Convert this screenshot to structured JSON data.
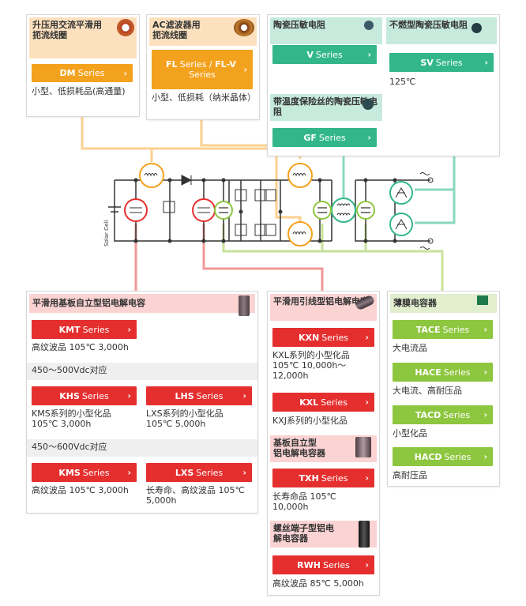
{
  "panels": {
    "dm": {
      "title": "升压用交流平滑用\n扼流线圈",
      "btn_bold": "DM",
      "btn_rest": "Series",
      "desc": "小型、低损耗品(高通量)"
    },
    "fl": {
      "title": "AC滤波器用\n扼流线圈",
      "btn_bold": "FL",
      "btn_rest": "Series / ",
      "btn_bold2": "FL-V",
      "btn_rest2": "Series",
      "desc": "小型、低损耗（纳米晶体）"
    },
    "v": {
      "title": "陶瓷压敏电阻",
      "btn_bold": "V",
      "btn_rest": "Series"
    },
    "sv": {
      "title": "不燃型陶瓷压敏电阻",
      "btn_bold": "SV",
      "btn_rest": "Series",
      "desc": "125℃"
    },
    "gf": {
      "title": "带温度保险丝的陶瓷压敏电阻",
      "btn_bold": "GF",
      "btn_rest": "Series"
    },
    "kmt": {
      "title": "平滑用基板自立型铝电解电容",
      "kmt_bold": "KMT",
      "kmt_rest": "Series",
      "kmt_desc": "高纹波品 105℃ 3,000h",
      "sub1": "450～500Vdc对应",
      "khs_bold": "KHS",
      "khs_rest": "Series",
      "khs_desc": "KMS系列的小型化品\n105℃ 3,000h",
      "lhs_bold": "LHS",
      "lhs_rest": "Series",
      "lhs_desc": "LXS系列的小型化品\n105℃ 5,000h",
      "sub2": "450～600Vdc对应",
      "kms_bold": "KMS",
      "kms_rest": "Series",
      "kms_desc": "高纹波品 105℃ 3,000h",
      "lxs_bold": "LXS",
      "lxs_rest": "Series",
      "lxs_desc": "长寿命、高纹波品 105℃ 5,000h"
    },
    "kxn": {
      "title": "平滑用引线型铝电解电容",
      "kxn_bold": "KXN",
      "kxn_rest": "Series",
      "kxn_desc": "KXL系列的小型化品\n105℃ 10,000h～\n12,000h",
      "kxl_bold": "KXL",
      "kxl_rest": "Series",
      "kxl_desc": "KXJ系列的小型化品",
      "title2": "基板自立型\n铝电解电容器",
      "txh_bold": "TXH",
      "txh_rest": "Series",
      "txh_desc": "长寿命品 105℃\n10,000h",
      "title3": "螺丝端子型铝电\n解电容器",
      "rwh_bold": "RWH",
      "rwh_rest": "Series",
      "rwh_desc": "高纹波品 85℃ 5,000h"
    },
    "film": {
      "title": "薄膜电容器",
      "tace_bold": "TACE",
      "tace_rest": "Series",
      "tace_desc": "大电流品",
      "hace_bold": "HACE",
      "hace_rest": "Series",
      "hace_desc": "大电流、高耐压品",
      "tacd_bold": "TACD",
      "tacd_rest": "Series",
      "tacd_desc": "小型化品",
      "hacd_bold": "HACD",
      "hacd_rest": "Series",
      "hacd_desc": "高耐压品"
    }
  },
  "circuit": {
    "solar_label": "Solar Cell"
  },
  "colors": {
    "orange": "#f3a21e",
    "orange_line": "#fbd08f",
    "green": "#33b78a",
    "green_line": "#88d9bd",
    "red": "#e52f2f",
    "red_line": "#f29898",
    "lime": "#8dc63f",
    "lime_line": "#c6e29a"
  }
}
